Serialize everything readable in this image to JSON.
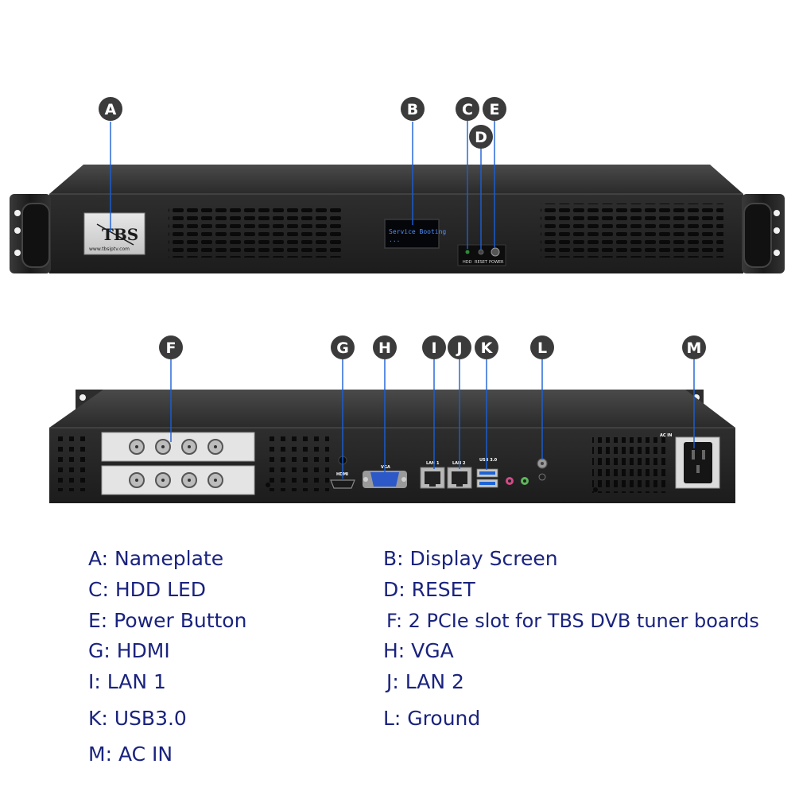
{
  "front_panel": {
    "nameplate_url": "www.tbsiptv.com",
    "display_text": "Service Booting",
    "display_dots": "...",
    "led_labels": [
      "HDD",
      "RESET",
      "POWER"
    ]
  },
  "rear_panel": {
    "hdmi_label": "HDMI",
    "vga_label": "VGA",
    "lan1_label": "LAN 1",
    "lan2_label": "LAN 2",
    "usb_label": "USB 3.0",
    "ac_label": "AC IN"
  },
  "markers": {
    "A": "A",
    "B": "B",
    "C": "C",
    "D": "D",
    "E": "E",
    "F": "F",
    "G": "G",
    "H": "H",
    "I": "I",
    "J": "J",
    "K": "K",
    "L": "L",
    "M": "M"
  },
  "legend": {
    "A": "A: Nameplate",
    "B": "B: Display Screen",
    "C": "C: HDD LED",
    "D": "D: RESET",
    "E": "E: Power Button",
    "F": "F: 2 PCIe slot for TBS DVB tuner boards",
    "G": "G: HDMI",
    "H": "H: VGA",
    "I": "I: LAN 1",
    "J": "J: LAN 2",
    "K": "K: USB3.0",
    "L": "L: Ground",
    "M": "M: AC IN"
  },
  "colors": {
    "marker_fill": "#3b3b3b",
    "leader_line": "#1a5fd6",
    "legend_text": "#1a237e",
    "chassis": "#262626",
    "oled_text": "#4f8fff",
    "usb_blue": "#1e63d6"
  }
}
